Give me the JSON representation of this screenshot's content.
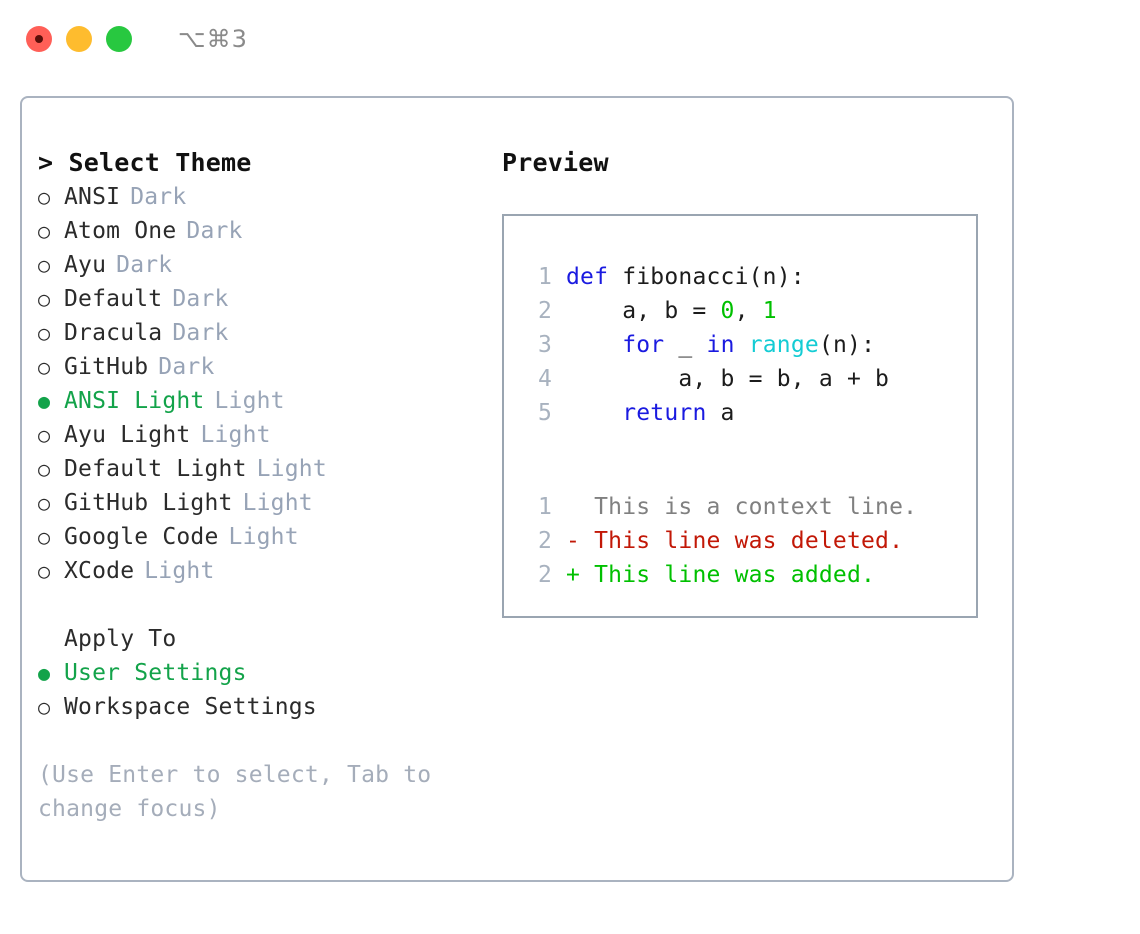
{
  "titlebar": {
    "shortcut": "⌥⌘3",
    "buttons": [
      {
        "name": "close",
        "color": "#ff5f57"
      },
      {
        "name": "minimize",
        "color": "#febc2e"
      },
      {
        "name": "zoom",
        "color": "#28c840"
      }
    ]
  },
  "theme_picker": {
    "header": "> Select Theme",
    "selected_bullet": "●",
    "unselected_bullet": "○",
    "accent_color": "#13a34a",
    "suffix_color": "#97a3b6",
    "themes": [
      {
        "label": "ANSI",
        "suffix": "Dark",
        "selected": false
      },
      {
        "label": "Atom One",
        "suffix": "Dark",
        "selected": false
      },
      {
        "label": "Ayu",
        "suffix": "Dark",
        "selected": false
      },
      {
        "label": "Default",
        "suffix": "Dark",
        "selected": false
      },
      {
        "label": "Dracula",
        "suffix": "Dark",
        "selected": false
      },
      {
        "label": "GitHub",
        "suffix": "Dark",
        "selected": false
      },
      {
        "label": "ANSI Light",
        "suffix": "Light",
        "selected": true
      },
      {
        "label": "Ayu Light",
        "suffix": "Light",
        "selected": false
      },
      {
        "label": "Default Light",
        "suffix": "Light",
        "selected": false
      },
      {
        "label": "GitHub Light",
        "suffix": "Light",
        "selected": false
      },
      {
        "label": "Google Code",
        "suffix": "Light",
        "selected": false
      },
      {
        "label": "XCode",
        "suffix": "Light",
        "selected": false
      }
    ]
  },
  "apply_to": {
    "header": "Apply To",
    "options": [
      {
        "label": "User Settings",
        "selected": true
      },
      {
        "label": "Workspace Settings",
        "selected": false
      }
    ]
  },
  "hint": "(Use Enter to select, Tab to change focus)",
  "preview": {
    "title": "Preview",
    "code": [
      {
        "lineno": "1",
        "tokens": [
          {
            "t": "def",
            "c": "kw"
          },
          {
            "t": " fibonacci(n):",
            "c": "pl"
          }
        ]
      },
      {
        "lineno": "2",
        "tokens": [
          {
            "t": "    a, b = ",
            "c": "pl"
          },
          {
            "t": "0",
            "c": "num"
          },
          {
            "t": ", ",
            "c": "pl"
          },
          {
            "t": "1",
            "c": "num"
          }
        ]
      },
      {
        "lineno": "3",
        "tokens": [
          {
            "t": "    ",
            "c": "pl"
          },
          {
            "t": "for",
            "c": "kw"
          },
          {
            "t": " _ ",
            "c": "pl"
          },
          {
            "t": "in",
            "c": "kw"
          },
          {
            "t": " ",
            "c": "pl"
          },
          {
            "t": "range",
            "c": "fn"
          },
          {
            "t": "(n):",
            "c": "pl"
          }
        ]
      },
      {
        "lineno": "4",
        "tokens": [
          {
            "t": "        a, b = b, a + b",
            "c": "pl"
          }
        ]
      },
      {
        "lineno": "5",
        "tokens": [
          {
            "t": "    ",
            "c": "pl"
          },
          {
            "t": "return",
            "c": "kw"
          },
          {
            "t": " a",
            "c": "pl"
          }
        ]
      }
    ],
    "diff": [
      {
        "lineno": "1",
        "marker": "  ",
        "text": "This is a context line.",
        "kind": "ctx"
      },
      {
        "lineno": "2",
        "marker": "- ",
        "text": "This line was deleted.",
        "kind": "del"
      },
      {
        "lineno": "2",
        "marker": "+ ",
        "text": "This line was added.",
        "kind": "add"
      }
    ],
    "colors": {
      "keyword": "#1a1ae0",
      "number": "#00c000",
      "function": "#14ccd4",
      "plain": "#1c1c1c",
      "lineno": "#a8b2bf",
      "diff_context": "#808080",
      "diff_deleted": "#c21807",
      "diff_added": "#00c000"
    }
  }
}
